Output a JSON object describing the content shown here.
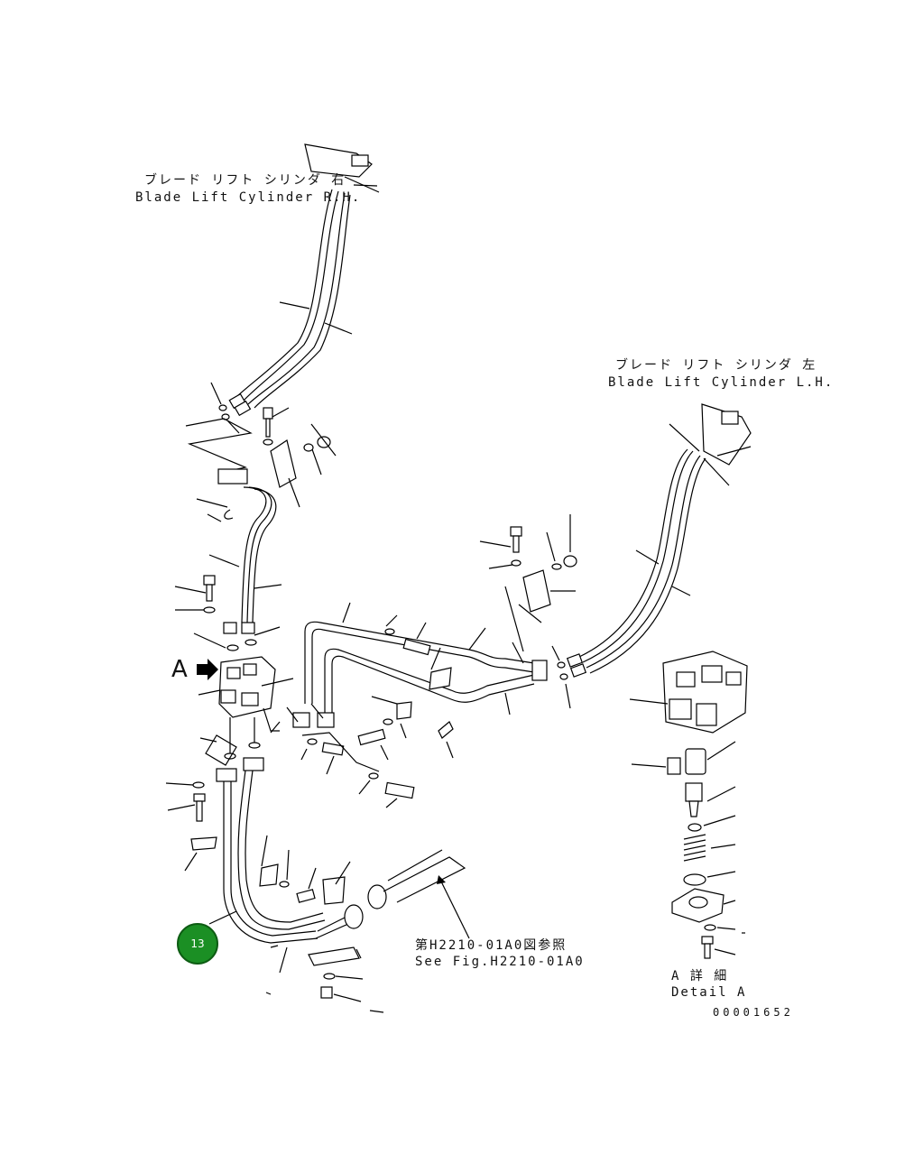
{
  "labels": {
    "rh_jp": "ブレード リフト シリンダ 右",
    "rh_en": "Blade Lift Cylinder R.H.",
    "lh_jp": "ブレード リフト シリンダ 左",
    "lh_en": "Blade Lift Cylinder L.H.",
    "view_marker": "A",
    "see_fig_jp": "第H2210-01A0図参照",
    "see_fig_en": "See Fig.H2210-01A0",
    "detail_jp": "A 詳 細",
    "detail_en": "Detail A",
    "figure_number": "00001652"
  },
  "callout": {
    "number": "13",
    "color": "#1b8f24"
  }
}
